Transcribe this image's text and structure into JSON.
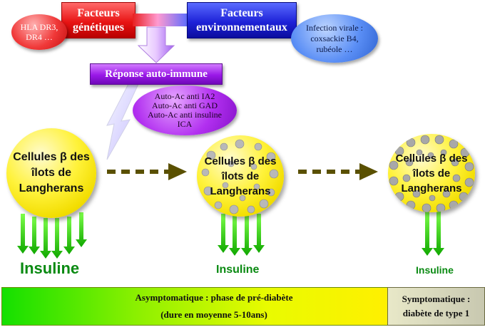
{
  "genetic_box": {
    "line1": "Facteurs",
    "line2": "génétiques"
  },
  "genetic_examples": {
    "line1": "HLA DR3,",
    "line2": "DR4 …"
  },
  "environment_box": {
    "line1": "Facteurs",
    "line2": "environnementaux"
  },
  "environment_examples": {
    "line1": "Infection virale :",
    "line2": "coxsackie B4,",
    "line3": "rubéole …"
  },
  "autoimmune_box": {
    "label": "Réponse auto-immune"
  },
  "antibodies": {
    "items": [
      "Auto-Ac anti IA2",
      "Auto-Ac anti GAD",
      "Auto-Ac anti insuline",
      "ICA"
    ]
  },
  "stages": [
    {
      "label": [
        "Cellules β des",
        "îlots de",
        "Langherans"
      ],
      "insuline": "Insuline",
      "arrows": 6
    },
    {
      "label": [
        "Cellules β des",
        "îlots de",
        "Langherans"
      ],
      "insuline": "Insuline",
      "arrows": 4
    },
    {
      "label": [
        "Cellules β des",
        "îlots de",
        "Langherans"
      ],
      "insuline": "Insuline",
      "arrows": 2
    }
  ],
  "timeline": {
    "asymptomatic_line1": "Asymptomatique : phase de pré-diabète",
    "asymptomatic_line2": "(dure en moyenne 5-10ans)",
    "symptomatic_line1": "Symptomatique :",
    "symptomatic_line2": "diabète de type 1"
  },
  "colors": {
    "genetic": "#e81414",
    "environment": "#1e22d8",
    "autoimmune": "#9a18e8",
    "cells": "#fff23a",
    "insulin_arrows": "#22c800",
    "progression_arrows": "#5a5000"
  }
}
